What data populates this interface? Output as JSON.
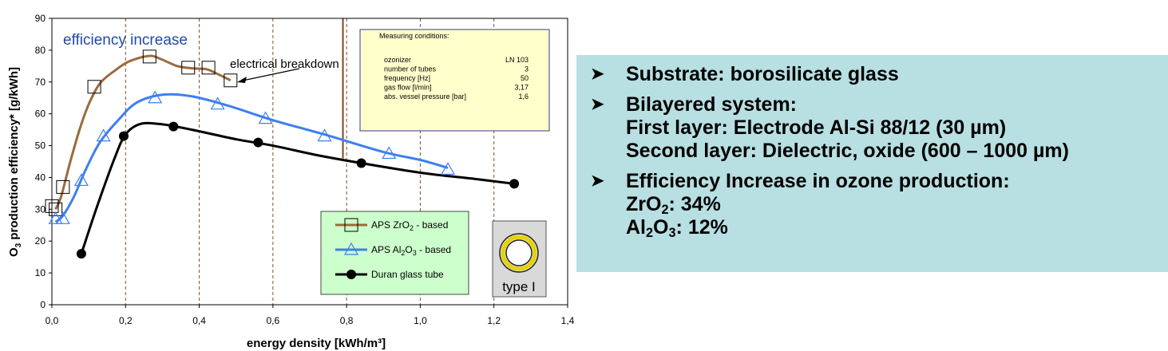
{
  "chart_data": {
    "type": "line",
    "xlabel": "energy density [kWh/m³]",
    "ylabel": "O3 production efficiency* [g/kWh]",
    "xlim": [
      0,
      1.4
    ],
    "ylim": [
      0,
      90
    ],
    "x_ticks": [
      "0,0",
      "0,2",
      "0,4",
      "0,6",
      "0,8",
      "1,0",
      "1,2",
      "1,4"
    ],
    "y_ticks": [
      "0",
      "10",
      "20",
      "30",
      "40",
      "50",
      "60",
      "70",
      "80",
      "90"
    ],
    "grid": "vertical dashed",
    "legend_position": "bottom-center",
    "series": [
      {
        "name": "APS ZrO2 - based",
        "name_main": "APS ZrO",
        "name_sub": "2",
        "name_tail": " - based",
        "color": "#9b6a3c",
        "marker": "square",
        "points": [
          [
            0.0,
            31
          ],
          [
            0.01,
            30
          ],
          [
            0.03,
            37
          ],
          [
            0.115,
            68.5
          ],
          [
            0.265,
            78
          ],
          [
            0.37,
            74.5
          ],
          [
            0.425,
            74.5
          ],
          [
            0.485,
            70.5
          ]
        ],
        "curve": [
          [
            0.01,
            30
          ],
          [
            0.025,
            34
          ],
          [
            0.05,
            45
          ],
          [
            0.075,
            55
          ],
          [
            0.1,
            63
          ],
          [
            0.13,
            69.5
          ],
          [
            0.17,
            73.5
          ],
          [
            0.21,
            76.5
          ],
          [
            0.265,
            78.2
          ],
          [
            0.3,
            77
          ],
          [
            0.34,
            75
          ],
          [
            0.38,
            74.3
          ],
          [
            0.42,
            74
          ],
          [
            0.45,
            72.5
          ],
          [
            0.485,
            70.5
          ]
        ]
      },
      {
        "name": "APS Al2O3 - based",
        "name_main": "APS Al",
        "name_sub": "2",
        "name_mid": "O",
        "name_sub2": "3",
        "name_tail": " - based",
        "color": "#3d7ff0",
        "marker": "triangle",
        "points": [
          [
            0.01,
            27
          ],
          [
            0.03,
            27
          ],
          [
            0.08,
            39
          ],
          [
            0.14,
            53
          ],
          [
            0.28,
            65
          ],
          [
            0.45,
            63
          ],
          [
            0.58,
            58.5
          ],
          [
            0.74,
            53
          ],
          [
            0.915,
            47.5
          ],
          [
            1.075,
            42.5
          ]
        ],
        "curve": [
          [
            0.01,
            26
          ],
          [
            0.03,
            28
          ],
          [
            0.06,
            34
          ],
          [
            0.09,
            42
          ],
          [
            0.13,
            51
          ],
          [
            0.18,
            58
          ],
          [
            0.23,
            63.5
          ],
          [
            0.3,
            66
          ],
          [
            0.38,
            65.5
          ],
          [
            0.48,
            62.5
          ],
          [
            0.6,
            58
          ],
          [
            0.74,
            53.5
          ],
          [
            0.9,
            48
          ],
          [
            1.0,
            45.5
          ],
          [
            1.075,
            43
          ]
        ]
      },
      {
        "name": "Duran glass tube",
        "color": "#000000",
        "marker": "circle",
        "points": [
          [
            0.08,
            16
          ],
          [
            0.195,
            53
          ],
          [
            0.33,
            56
          ],
          [
            0.56,
            51
          ],
          [
            0.84,
            44.5
          ],
          [
            1.255,
            38
          ]
        ],
        "curve": [
          [
            0.08,
            16
          ],
          [
            0.12,
            30
          ],
          [
            0.17,
            46
          ],
          [
            0.2,
            53.5
          ],
          [
            0.24,
            56.8
          ],
          [
            0.3,
            56.7
          ],
          [
            0.38,
            55
          ],
          [
            0.5,
            52
          ],
          [
            0.6,
            50
          ],
          [
            0.72,
            47
          ],
          [
            0.84,
            44.5
          ],
          [
            1.0,
            41.5
          ],
          [
            1.15,
            39.5
          ],
          [
            1.255,
            38
          ]
        ]
      }
    ],
    "annotations": {
      "efficiency_increase": "efficiency increase",
      "electrical_breakdown": "electrical breakdown"
    },
    "vertical_marker_x": 0.79
  },
  "conditions_box": {
    "title": "Measuring conditions:",
    "rows": [
      {
        "label": "ozonizer",
        "value": "LN 103"
      },
      {
        "label": "number of tubes",
        "value": "3"
      },
      {
        "label": "frequency [Hz]",
        "value": "50"
      },
      {
        "label": "gas flow  [l/min]",
        "value": "3,17"
      },
      {
        "label": "abs. vessel pressure [bar]",
        "value": "1,6"
      }
    ]
  },
  "type_badge": "type I",
  "panel": {
    "b1": "Substrate: borosilicate glass",
    "b2_l1": "Bilayered system:",
    "b2_l2": "First layer: Electrode Al-Si 88/12 (30 µm)",
    "b2_l3": "Second layer: Dielectric, oxide (600 – 1000 µm)",
    "b3_l1": "Efficiency Increase in ozone production:",
    "b3_zr_main": "ZrO",
    "b3_zr_sub": "2",
    "b3_zr_val": ": 34%",
    "b3_al_main": "Al",
    "b3_al_sub": "2",
    "b3_al_mid": "O",
    "b3_al_sub2": "3",
    "b3_al_val": ": 12%"
  },
  "colors": {
    "legend_bg": "#ccffcc",
    "conditions_bg": "#ffffcc",
    "panel_bg": "#b8dfe2",
    "annotation_blue": "#1f4aa8",
    "marker_line": "#7a4a1e"
  }
}
